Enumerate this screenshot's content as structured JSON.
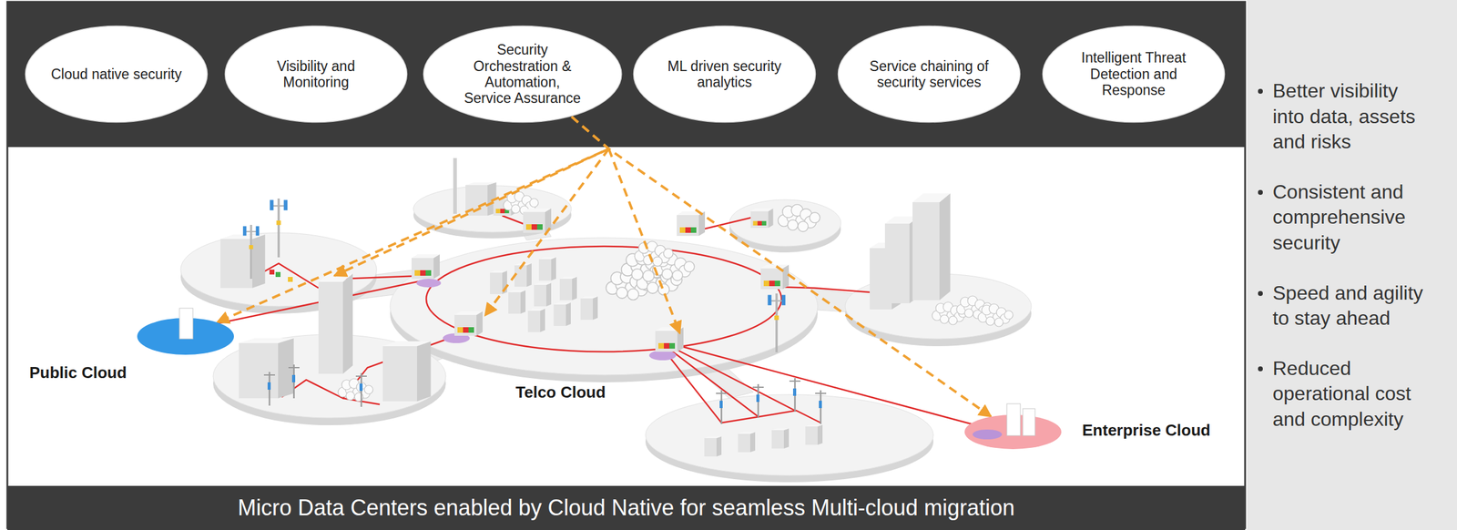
{
  "diagram": {
    "nodes": [
      {
        "text": [
          "Cloud native security"
        ]
      },
      {
        "text": [
          "Visibility and Monitoring"
        ]
      },
      {
        "text": [
          "Security Orchestration & Automation, Service Assurance"
        ]
      },
      {
        "text": [
          "ML driven security analytics"
        ]
      },
      {
        "text": [
          "Service chaining of security services"
        ]
      },
      {
        "text": [
          "Intelligent Threat Detection and Response"
        ]
      },
      {
        "text": [
          "Public Cloud"
        ]
      },
      {
        "text": [
          "Enterprise Cloud"
        ]
      },
      {
        "text": [
          "Micro Data Centers enabled by Cloud Native for seamless Multi-cloud migration"
        ]
      },
      {
        "text": [
          "Better visibility into data, assets and risks",
          "Consistent and comprehensive security",
          "Speed and agility to stay ahead",
          "Reduced operational cost and complexity"
        ]
      }
    ],
    "edges": [
      {
        "from": 2,
        "to": 6,
        "arrow": "to"
      },
      {
        "from": 2,
        "to": 7,
        "arrow": "to"
      }
    ],
    "labels": [
      "Telco Cloud"
    ]
  }
}
